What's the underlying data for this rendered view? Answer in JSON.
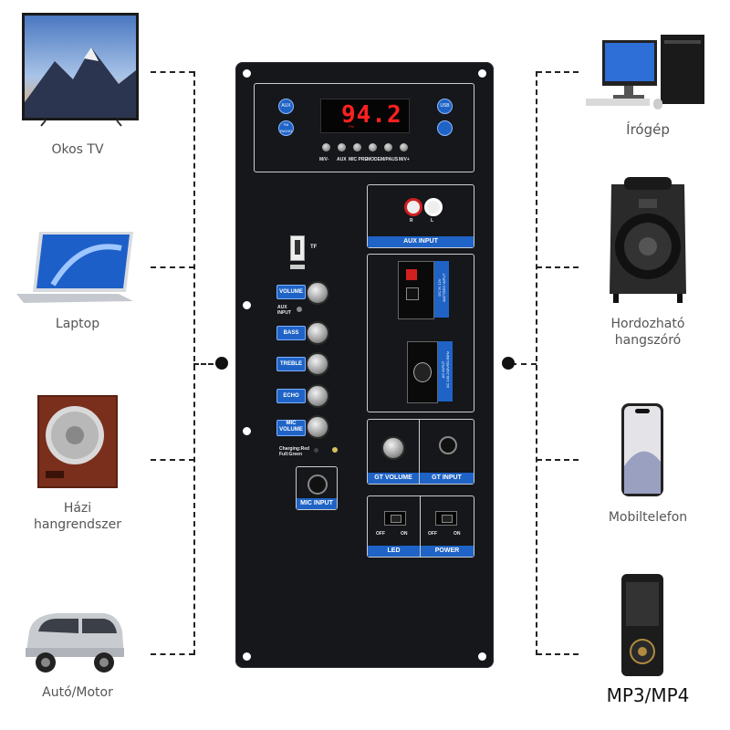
{
  "left_devices": [
    {
      "caption": "Okos TV",
      "icon": "smart-tv-icon"
    },
    {
      "caption": "Laptop",
      "icon": "laptop-icon"
    },
    {
      "caption": "Házi\nhangrendszer",
      "icon": "home-speaker-icon"
    },
    {
      "caption": "Autó/Motor",
      "icon": "car-icon"
    }
  ],
  "right_devices": [
    {
      "caption": "Írógép",
      "icon": "desktop-computer-icon"
    },
    {
      "caption": "Hordozható\nhangszóró",
      "icon": "portable-speaker-icon"
    },
    {
      "caption": "Mobiltelefon",
      "icon": "smartphone-icon"
    },
    {
      "caption": "MP3/MP4",
      "icon": "mp3-player-icon"
    }
  ],
  "panel": {
    "display_value": "94.2",
    "display_sub": "FM",
    "top_buttons": {
      "aux": "AUX",
      "fm_radio": "FM\nRADIO",
      "usb": "USB"
    },
    "button_labels": [
      "M/V-",
      "AUX",
      "MIC PRE",
      "MODE",
      "M/PAUS",
      "M/V+"
    ],
    "tf_label": "TF",
    "aux_input_side": "AUX\nINPUT",
    "knobs": [
      "VOLUME",
      "BASS",
      "TREBLE",
      "ECHO",
      "MIC\nVOLUME"
    ],
    "charging_label": "Charging:Red\nFull:Green",
    "mic_input": "MIC INPUT",
    "aux_input": "AUX INPUT",
    "aux_r": "R",
    "aux_l": "L",
    "dc_label": "DC IN 12V\nBATTERY INPUT",
    "ac_label": "AC INPUT\nAC 100-240V/50-60Hz",
    "gt_volume": "GT VOLUME",
    "gt_input": "GT INPUT",
    "off": "OFF",
    "on": "ON",
    "led": "LED",
    "power": "POWER"
  },
  "colors": {
    "panel": "#15171b",
    "accent_blue": "#1f63c6",
    "display_red": "#ff2020"
  }
}
